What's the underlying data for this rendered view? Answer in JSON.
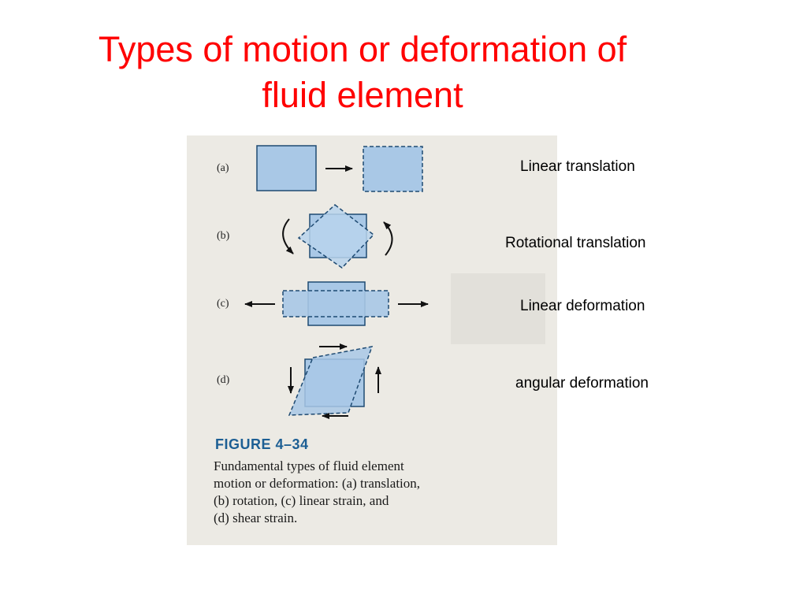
{
  "title": {
    "line1": "Types of motion or deformation of",
    "line2": "fluid element"
  },
  "figure": {
    "part_labels": [
      "(a)",
      "(b)",
      "(c)",
      "(d)"
    ],
    "caption_heading": "FIGURE 4–34",
    "caption_lines": [
      "Fundamental types of fluid element",
      "motion or deformation: (a) translation,",
      "(b) rotation, (c) linear strain, and",
      "(d) shear strain."
    ]
  },
  "labels": [
    "Linear translation",
    "Rotational translation",
    "Linear deformation",
    "angular deformation"
  ],
  "colors": {
    "title": "#ff0000",
    "element_fill": "#a9c8e6",
    "caption_heading": "#1d5f94"
  }
}
